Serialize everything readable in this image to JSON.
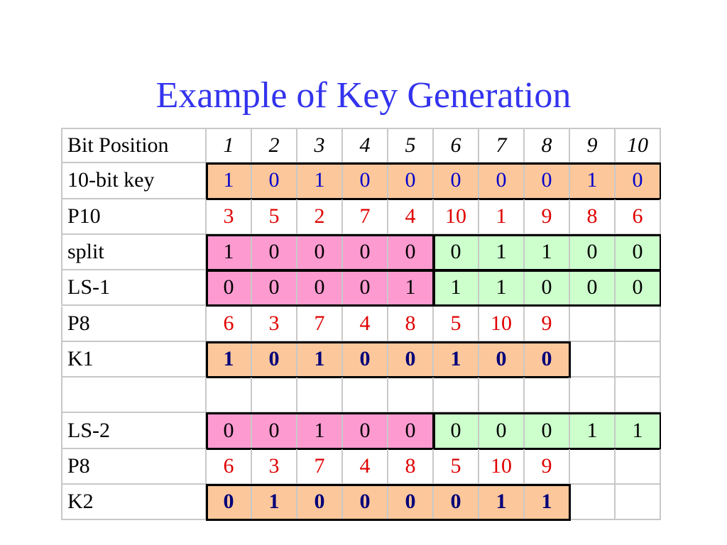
{
  "title": "Example of Key Generation",
  "table": {
    "rows": [
      {
        "label": "Bit Position",
        "cells": [
          "1",
          "2",
          "3",
          "4",
          "5",
          "6",
          "7",
          "8",
          "9",
          "10"
        ],
        "style": "italic"
      },
      {
        "label": "10-bit key",
        "cells": [
          "1",
          "0",
          "1",
          "0",
          "0",
          "0",
          "0",
          "0",
          "1",
          "0"
        ],
        "style": "blue",
        "fill": "orange",
        "box": "full"
      },
      {
        "label": "P10",
        "cells": [
          "3",
          "5",
          "2",
          "7",
          "4",
          "10",
          "1",
          "9",
          "8",
          "6"
        ],
        "style": "red"
      },
      {
        "label": "split",
        "cells": [
          "1",
          "0",
          "0",
          "0",
          "0",
          "0",
          "1",
          "1",
          "0",
          "0"
        ],
        "style": "black",
        "fill": "split",
        "box": "halves"
      },
      {
        "label": "LS-1",
        "cells": [
          "0",
          "0",
          "0",
          "0",
          "1",
          "1",
          "1",
          "0",
          "0",
          "0"
        ],
        "style": "black",
        "fill": "split",
        "box": "halves"
      },
      {
        "label": "P8",
        "cells": [
          "6",
          "3",
          "7",
          "4",
          "8",
          "5",
          "10",
          "9",
          "",
          ""
        ],
        "style": "red"
      },
      {
        "label": "K1",
        "cells": [
          "1",
          "0",
          "1",
          "0",
          "0",
          "1",
          "0",
          "0",
          "",
          ""
        ],
        "style": "navy",
        "fill": "orange8",
        "box": "eight"
      },
      {
        "label": "",
        "cells": [
          "",
          "",
          "",
          "",
          "",
          "",
          "",
          "",
          "",
          ""
        ],
        "style": "black"
      },
      {
        "label": "LS-2",
        "cells": [
          "0",
          "0",
          "1",
          "0",
          "0",
          "0",
          "0",
          "0",
          "1",
          "1"
        ],
        "style": "black",
        "fill": "split",
        "box": "halves"
      },
      {
        "label": "P8",
        "cells": [
          "6",
          "3",
          "7",
          "4",
          "8",
          "5",
          "10",
          "9",
          "",
          ""
        ],
        "style": "red"
      },
      {
        "label": "K2",
        "cells": [
          "0",
          "1",
          "0",
          "0",
          "0",
          "0",
          "1",
          "1",
          "",
          ""
        ],
        "style": "navy",
        "fill": "orange8",
        "box": "eight"
      }
    ]
  }
}
